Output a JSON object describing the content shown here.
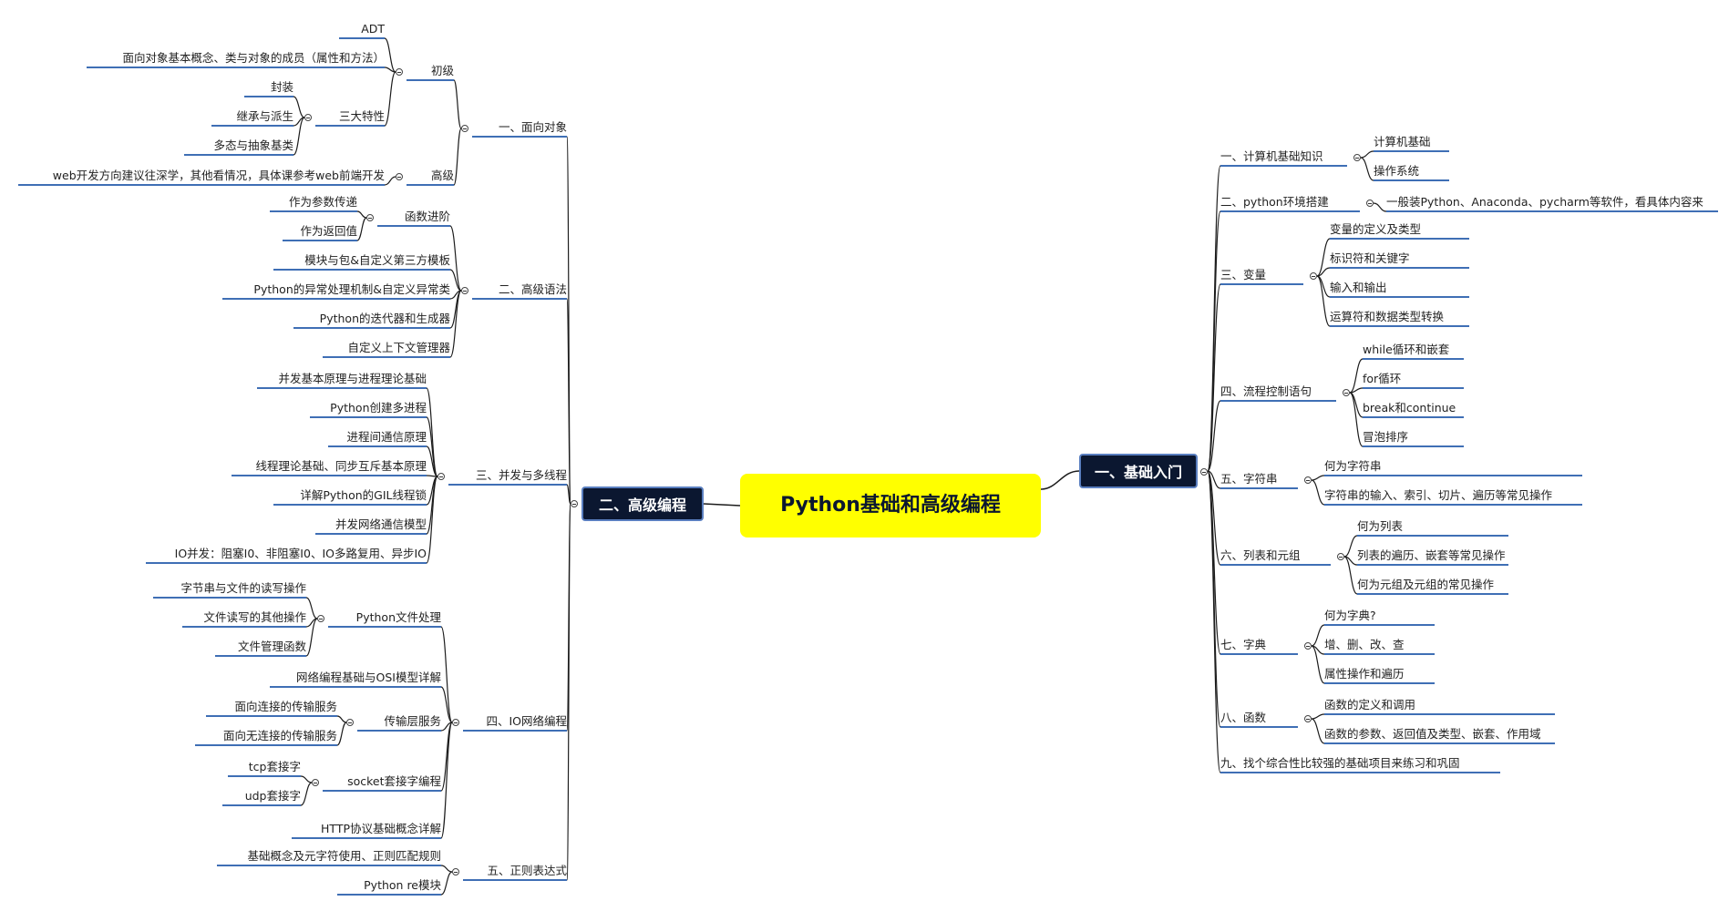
{
  "root": {
    "label": "Python基础和高级编程",
    "color": "#ffff00"
  },
  "colors": {
    "line": "#3f6fb5",
    "connector": "#1c1c1c",
    "main_bg": "#0b1730"
  },
  "right": {
    "label": "一、基础入门",
    "sections": [
      {
        "label": "一、计算机基础知识",
        "children": [
          "计算机基础",
          "操作系统"
        ]
      },
      {
        "label": "二、python环境搭建",
        "children": [
          "一般装Python、Anaconda、pycharm等软件，看具体内容来"
        ]
      },
      {
        "label": "三、变量",
        "children": [
          "变量的定义及类型",
          "标识符和关键字",
          "输入和输出",
          "运算符和数据类型转换"
        ]
      },
      {
        "label": "四、流程控制语句",
        "children": [
          "while循环和嵌套",
          "for循环",
          "break和continue",
          "冒泡排序"
        ]
      },
      {
        "label": "五、字符串",
        "children": [
          "何为字符串",
          "字符串的输入、索引、切片、遍历等常见操作"
        ]
      },
      {
        "label": "六、列表和元组",
        "children": [
          "何为列表",
          "列表的遍历、嵌套等常见操作",
          "何为元组及元组的常见操作"
        ]
      },
      {
        "label": "七、字典",
        "children": [
          "何为字典?",
          "增、删、改、查",
          "属性操作和遍历"
        ]
      },
      {
        "label": "八、函数",
        "children": [
          "函数的定义和调用",
          "函数的参数、返回值及类型、嵌套、作用域"
        ]
      },
      {
        "label": "九、找个综合性比较强的基础项目来练习和巩固",
        "children": []
      }
    ]
  },
  "left": {
    "label": "二、高级编程",
    "sections": [
      {
        "label": "一、面向对象",
        "children": [
          {
            "label": "初级",
            "children": [
              {
                "label": "ADT"
              },
              {
                "label": "面向对象基本概念、类与对象的成员（属性和方法）"
              },
              {
                "label": "三大特性",
                "children": [
                  {
                    "label": "封装"
                  },
                  {
                    "label": "继承与派生"
                  },
                  {
                    "label": "多态与抽象基类"
                  }
                ]
              }
            ]
          },
          {
            "label": "高级",
            "children": [
              {
                "label": "web开发方向建议往深学，其他看情况，具体课参考web前端开发"
              }
            ]
          }
        ]
      },
      {
        "label": "二、高级语法",
        "children": [
          {
            "label": "函数进阶",
            "children": [
              {
                "label": "作为参数传递"
              },
              {
                "label": "作为返回值"
              }
            ]
          },
          {
            "label": "模块与包&自定义第三方模板"
          },
          {
            "label": "Python的异常处理机制&自定义异常类"
          },
          {
            "label": "Python的迭代器和生成器"
          },
          {
            "label": "自定义上下文管理器"
          }
        ]
      },
      {
        "label": "三、并发与多线程",
        "children": [
          {
            "label": "并发基本原理与进程理论基础"
          },
          {
            "label": "Python创建多进程"
          },
          {
            "label": "进程间通信原理"
          },
          {
            "label": "线程理论基础、同步互斥基本原理"
          },
          {
            "label": "详解Python的GIL线程锁"
          },
          {
            "label": "并发网络通信模型"
          },
          {
            "label": "IO并发：阻塞I0、非阻塞I0、IO多路复用、异步IO"
          }
        ]
      },
      {
        "label": "四、IO网络编程",
        "children": [
          {
            "label": "Python文件处理",
            "children": [
              {
                "label": "字节串与文件的读写操作"
              },
              {
                "label": "文件读写的其他操作"
              },
              {
                "label": "文件管理函数"
              }
            ]
          },
          {
            "label": "网络编程基础与OSI模型详解"
          },
          {
            "label": "传输层服务",
            "children": [
              {
                "label": "面向连接的传输服务"
              },
              {
                "label": "面向无连接的传输服务"
              }
            ]
          },
          {
            "label": "socket套接字编程",
            "children": [
              {
                "label": "tcp套接字"
              },
              {
                "label": "udp套接字"
              }
            ]
          },
          {
            "label": "HTTP协议基础概念详解"
          }
        ]
      },
      {
        "label": "五、正则表达式",
        "children": [
          {
            "label": "基础概念及元字符使用、正则匹配规则"
          },
          {
            "label": "Python  re模块"
          }
        ]
      }
    ]
  }
}
